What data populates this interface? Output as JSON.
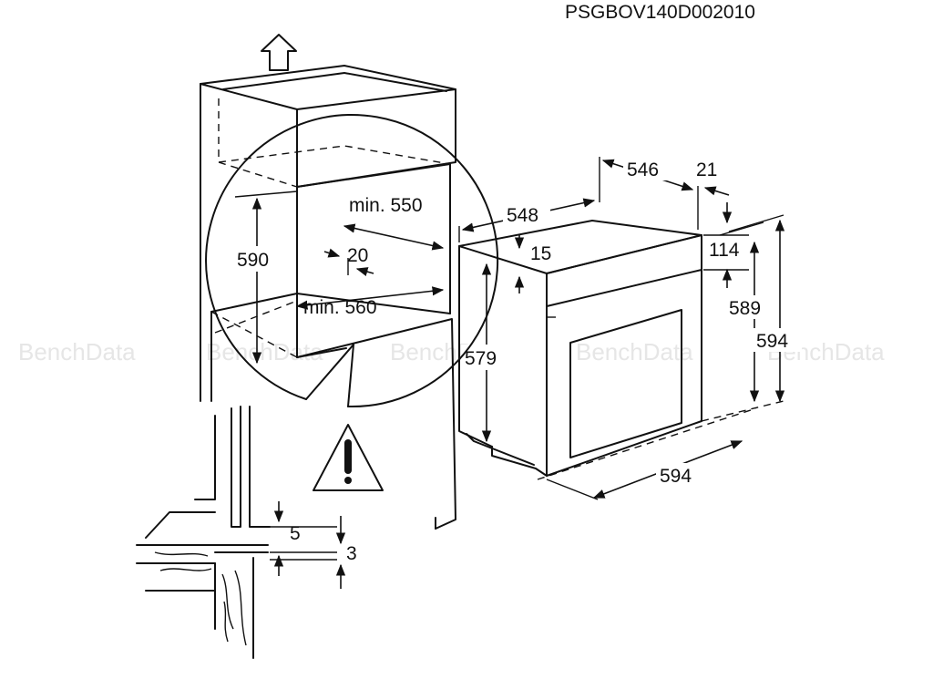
{
  "document_code": "PSGBOV140D002010",
  "watermark": "BenchData",
  "cabinet_dims": {
    "height_590": "590",
    "min_550": "min. 550",
    "min_560": "min. 560",
    "gap_20": "20"
  },
  "oven_dims": {
    "width_548": "548",
    "depth_546": "546",
    "offset_21": "21",
    "top_15": "15",
    "panel_114": "114",
    "height_579": "579",
    "height_589": "589",
    "height_594": "594",
    "width_594": "594"
  },
  "detail_dims": {
    "gap_5": "5",
    "gap_3": "3"
  },
  "warning_icon": "warning-triangle-exclamation",
  "line_color": "#111111"
}
